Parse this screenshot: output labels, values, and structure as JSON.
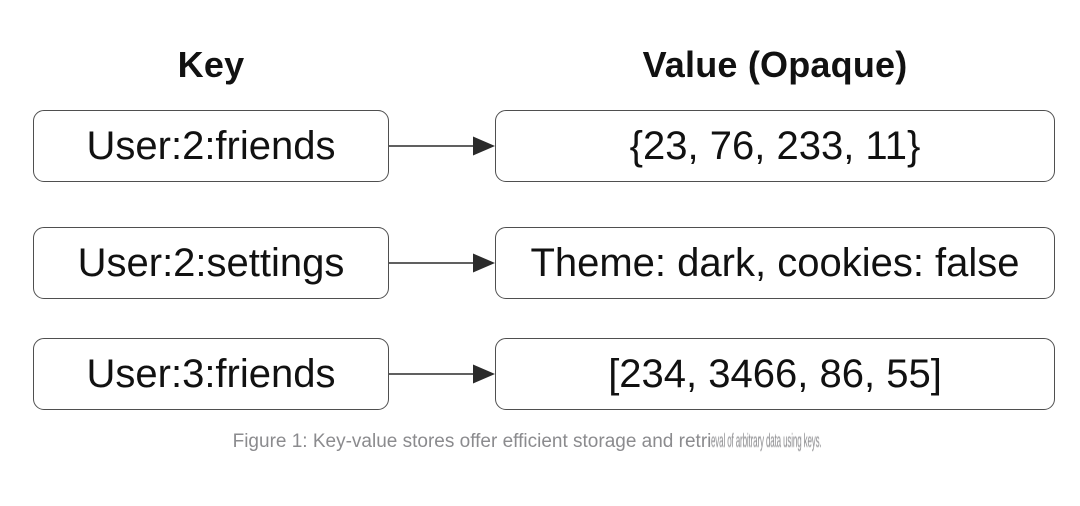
{
  "diagram": {
    "key_header": "Key",
    "value_header": "Value (Opaque)",
    "rows": [
      {
        "key": "User:2:friends",
        "value": "{23, 76, 233, 11}"
      },
      {
        "key": "User:2:settings",
        "value": "Theme: dark, cookies: false"
      },
      {
        "key": "User:3:friends",
        "value": "[234, 3466, 86, 55]"
      }
    ]
  },
  "caption": {
    "main": "Figure 1: Key-value stores offer efficient storage and retri",
    "compressed_tail": "eval of arbitrary data using keys."
  },
  "icons": {
    "arrow": "right-arrow"
  },
  "colors": {
    "box-border": "#4f4f4f",
    "box-text": "#111111",
    "header-text": "#111111",
    "arrow": "#2b2b2b",
    "caption-text": "#8b8b8e",
    "background": "#ffffff"
  }
}
